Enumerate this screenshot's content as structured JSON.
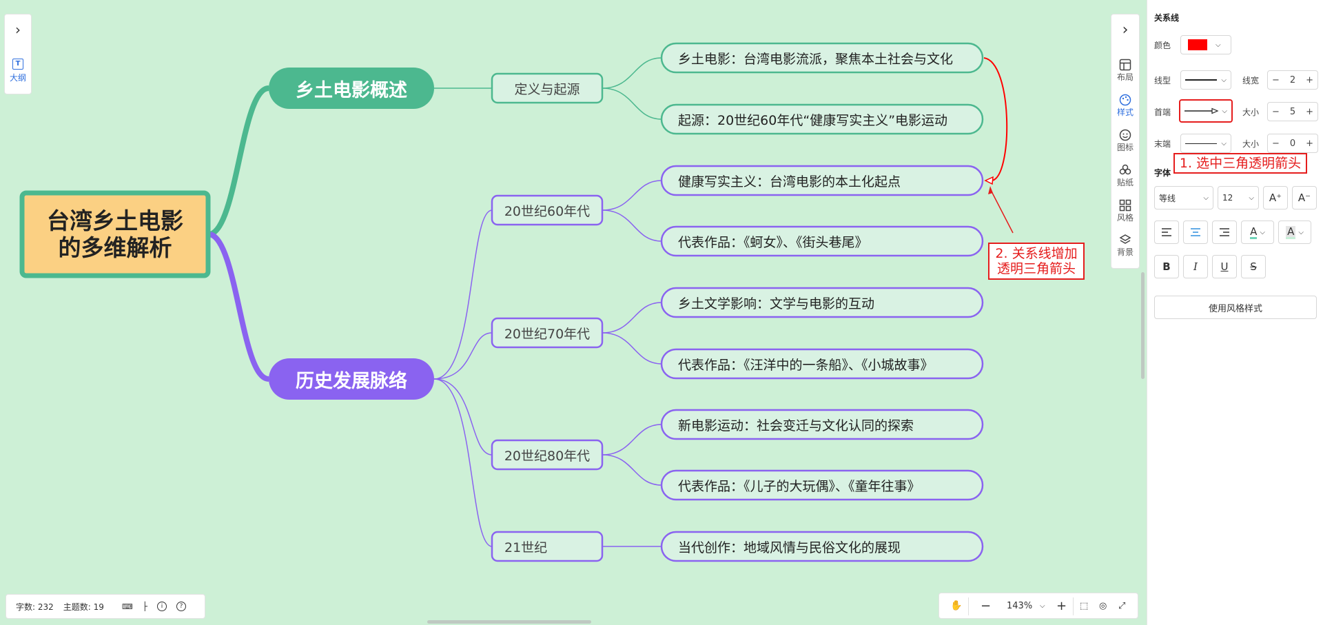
{
  "mindmap": {
    "root": {
      "line1": "台湾乡土电影",
      "line2": "的多维解析"
    },
    "branch1": {
      "title": "乡土电影概述",
      "color": "#4cb88f",
      "sub1": {
        "title": "定义与起源",
        "leaves": [
          "乡土电影：台湾电影流派，聚焦本土社会与文化",
          "起源：20世纪60年代“健康写实主义”电影运动"
        ]
      }
    },
    "branch2": {
      "title": "历史发展脉络",
      "color": "#8a63f0",
      "subs": [
        {
          "title": "20世纪60年代",
          "leaves": [
            "健康写实主义：台湾电影的本土化起点",
            "代表作品：《蚵女》、《街头巷尾》"
          ]
        },
        {
          "title": "20世纪70年代",
          "leaves": [
            "乡土文学影响：文学与电影的互动",
            "代表作品：《汪洋中的一条船》、《小城故事》"
          ]
        },
        {
          "title": "20世纪80年代",
          "leaves": [
            "新电影运动：社会变迁与文化认同的探索",
            "代表作品：《儿子的大玩偶》、《童年往事》"
          ]
        },
        {
          "title": "21世纪",
          "leaves": [
            "当代创作：地域风情与民俗文化的展现"
          ]
        }
      ]
    },
    "relation_color": "#ff0000"
  },
  "left_toolbar": {
    "outline_label": "大纲"
  },
  "right_toolbar": {
    "items": [
      {
        "label": "布局",
        "icon": "layout-icon"
      },
      {
        "label": "样式",
        "icon": "palette-icon",
        "active": true
      },
      {
        "label": "图标",
        "icon": "emoji-icon"
      },
      {
        "label": "贴纸",
        "icon": "sticker-icon"
      },
      {
        "label": "风格",
        "icon": "theme-grid-icon"
      },
      {
        "label": "背景",
        "icon": "layers-icon"
      }
    ]
  },
  "panel": {
    "title": "关系线",
    "color_label": "颜色",
    "color_value": "#ff0000",
    "line_type_label": "线型",
    "line_width_label": "线宽",
    "line_width_value": "2",
    "start_label": "首端",
    "start_size_label": "大小",
    "start_size_value": "5",
    "end_label": "末端",
    "end_size_label": "大小",
    "end_size_value": "0",
    "font_title": "字体",
    "font_family": "等线",
    "font_size": "12",
    "increase_font": "A⁺",
    "decrease_font": "A⁻",
    "bold": "B",
    "italic": "I",
    "underline": "U",
    "strike": "S",
    "font_color_glyph": "A",
    "highlight_glyph": "A",
    "apply_style_button": "使用风格样式"
  },
  "annotations": {
    "note1": "1. 选中三角透明箭头",
    "note2_line1": "2. 关系线增加",
    "note2_line2": "透明三角箭头"
  },
  "statusbar": {
    "word_count": "字数: 232",
    "topic_count": "主题数: 19"
  },
  "zoom": {
    "value": "143%"
  }
}
